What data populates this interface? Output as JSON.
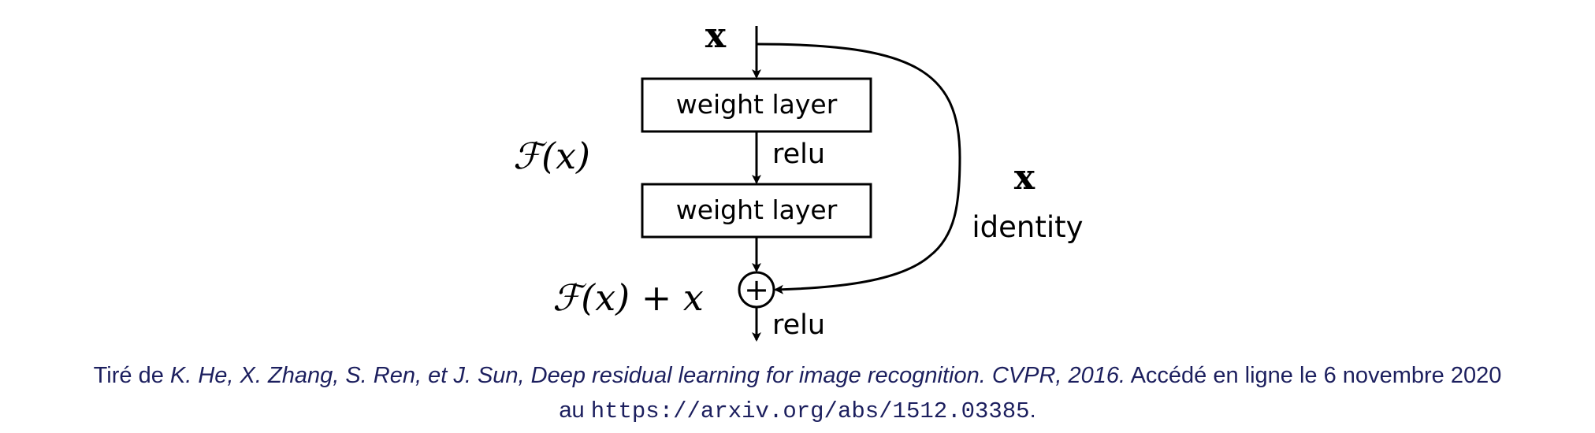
{
  "diagram": {
    "input_label": "x",
    "block1_label": "weight layer",
    "block2_label": "weight layer",
    "relu_mid_label": "relu",
    "relu_out_label": "relu",
    "residual_label": "ℱ(x)",
    "sum_label": "ℱ(x) + x",
    "sum_symbol": "+",
    "identity_x_label": "x",
    "identity_label": "identity",
    "stroke_color": "#000000"
  },
  "caption": {
    "prefix": "Tiré de ",
    "citation": "K. He, X. Zhang, S. Ren, et J. Sun, Deep residual learning for image recognition. CVPR, 2016.",
    "middle": " Accédé en ligne le 6 novembre 2020",
    "line2_prefix": "au ",
    "url": "https://arxiv.org/abs/1512.03385",
    "line2_suffix": ".",
    "color": "#1c1f5e"
  }
}
